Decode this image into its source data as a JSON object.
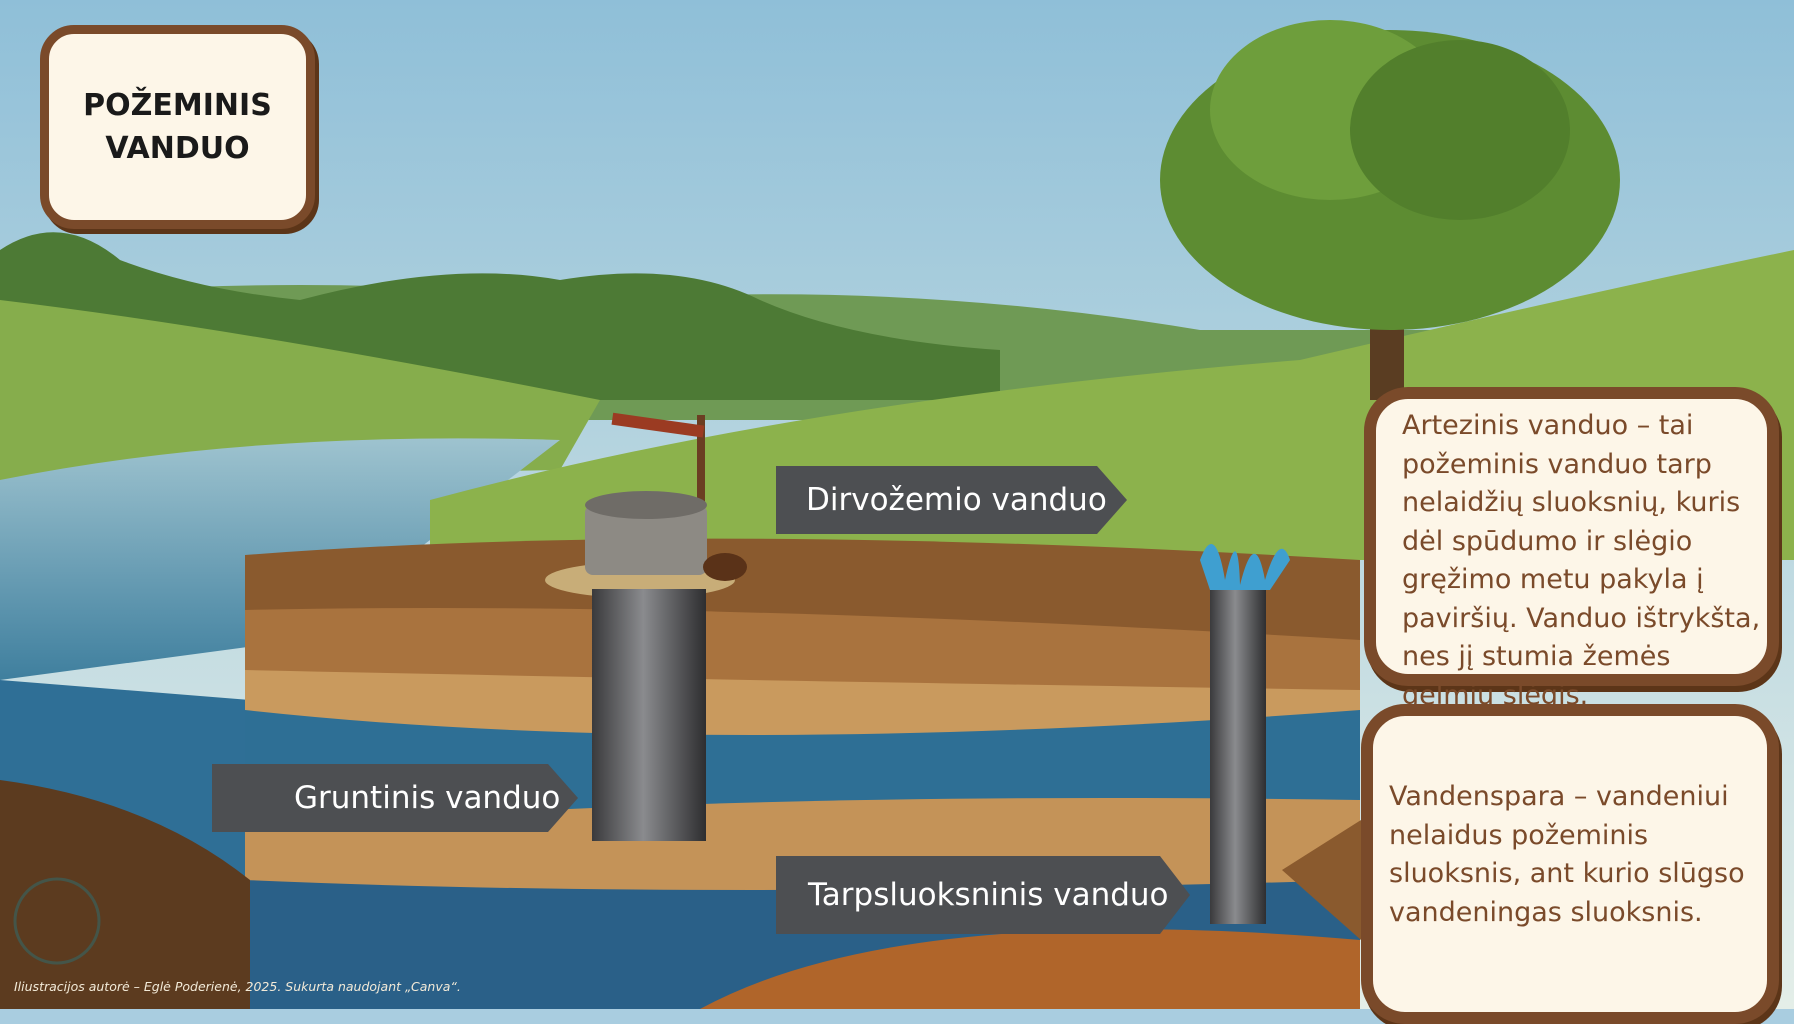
{
  "title": "POŽEMINIS\nVANDUO",
  "labels": {
    "soil_water": "Dirvožemio vanduo",
    "ground_water": "Gruntinis vanduo",
    "interlayer_water": "Tarpsluoksninis vanduo"
  },
  "info": {
    "artesian": "Artezinis vanduo – tai požeminis vanduo tarp nelaidžių sluoksnių, kuris dėl spūdumo ir slėgio gręžimo metu pakyla į paviršių. Vanduo ištrykšta, nes jį stumia žemės gelmių slėgis.",
    "aquitard": "Vandenspara – vandeniui nelaidus požeminis sluoksnis, ant kurio slūgso vandeningas sluoksnis."
  },
  "credit": "Iliustracijos autorė – Eglė Poderienė, 2025. Sukurta naudojant „Canva“.",
  "colors": {
    "border": "#7a4a2a",
    "box": "#fdf6e8",
    "tag": "#4d4f52"
  }
}
